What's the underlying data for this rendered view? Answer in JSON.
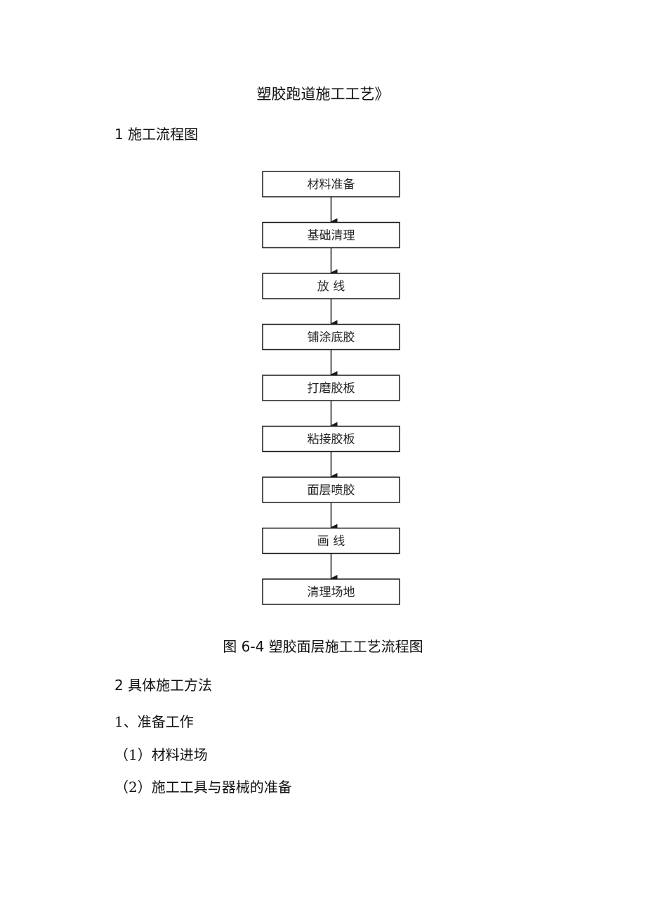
{
  "title": "塑胶跑道施工工艺》",
  "section1": {
    "heading": "1 施工流程图"
  },
  "flowchart": {
    "steps": [
      "材料准备",
      "基础清理",
      "放      线",
      "铺涂底胶",
      "打磨胶板",
      "粘接胶板",
      "面层喷胶",
      "画      线",
      "清理场地"
    ],
    "caption": "图 6-4 塑胶面层施工工艺流程图"
  },
  "section2": {
    "heading": "2 具体施工方法",
    "sub1": "1、准备工作",
    "items": [
      "（1）材料进场",
      "（2）施工工具与器械的准备"
    ]
  }
}
